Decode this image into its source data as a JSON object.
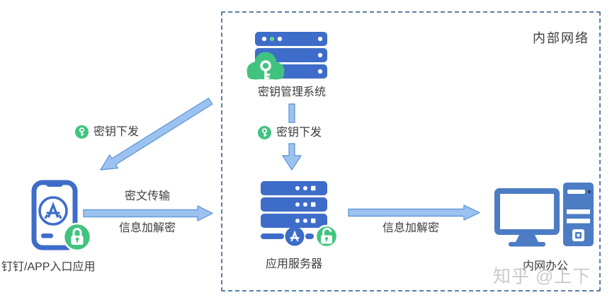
{
  "colors": {
    "server_blue": "#3E6DC9",
    "computer_blue": "#4C7CC4",
    "arrow_fill": "#9CC3F0",
    "arrow_border": "#669BD9",
    "green": "#41C380",
    "dashed_border": "#5B7FA6",
    "text": "#3C3C3C",
    "watermark": "#C9C9C9"
  },
  "boundary": {
    "label": "内部网络"
  },
  "nodes": {
    "kms": {
      "label": "密钥管理系统",
      "icon": "server-stack-with-cloud-key-icon"
    },
    "app_server": {
      "label": "应用服务器",
      "icon": "server-stack-with-appstore-unlock-icon"
    },
    "phone_app": {
      "label": "钉钉/APP入口应用",
      "icon": "smartphone-appstore-lock-icon"
    },
    "intranet_office": {
      "label": "内网办公",
      "icon": "desktop-computer-icon"
    }
  },
  "edges": {
    "kms_to_app_server": {
      "label": "密钥下发",
      "icon": "key-badge-icon"
    },
    "kms_to_phone": {
      "label": "密钥下发",
      "icon": "key-badge-icon"
    },
    "phone_to_app_server": {
      "label_top": "密文传输",
      "label_bottom": "信息加解密"
    },
    "app_server_to_office": {
      "label": "信息加解密"
    }
  },
  "watermark": "知乎 @上下"
}
